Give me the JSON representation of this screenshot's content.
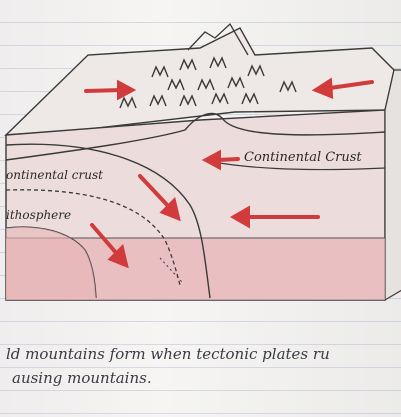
{
  "labels": {
    "continental_crust_right": "Continental Crust",
    "continental_crust_left": "ontinental crust",
    "lithosphere": "ithosphere"
  },
  "caption": {
    "line1": "ld mountains form when tectonic plates ru",
    "line2": "ausing mountains."
  },
  "colors": {
    "arrow": "#d23b3b",
    "shading": "#e8b5b8",
    "pencil": "#3a3a3a"
  }
}
